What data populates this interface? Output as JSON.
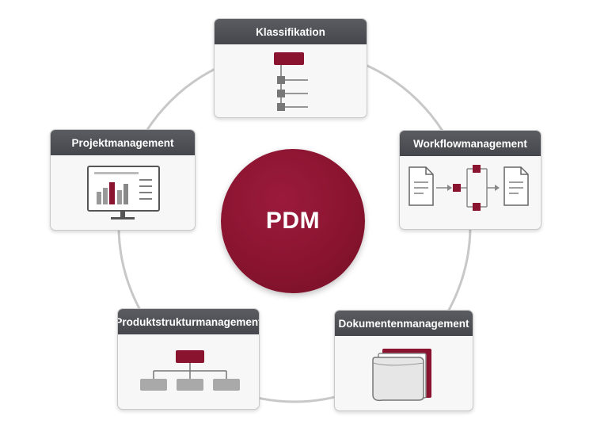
{
  "hub": {
    "label": "PDM"
  },
  "cards": {
    "klassifikation": {
      "title": "Klassifikation",
      "icon": "classification-tree-icon"
    },
    "workflow": {
      "title": "Workflowmanagement",
      "icon": "workflow-icon"
    },
    "projekt": {
      "title": "Projektmanagement",
      "icon": "monitor-chart-icon"
    },
    "produkt": {
      "title": "Produktstrukturmanagement",
      "icon": "product-structure-icon"
    },
    "dokumente": {
      "title": "Dokumentenmanagement",
      "icon": "document-folder-icon"
    }
  },
  "colors": {
    "accent": "#8a1430",
    "header": "#4f5156",
    "ring": "#c8c8c8",
    "icon_gray": "#777777",
    "box_gray": "#a9a9a9"
  }
}
